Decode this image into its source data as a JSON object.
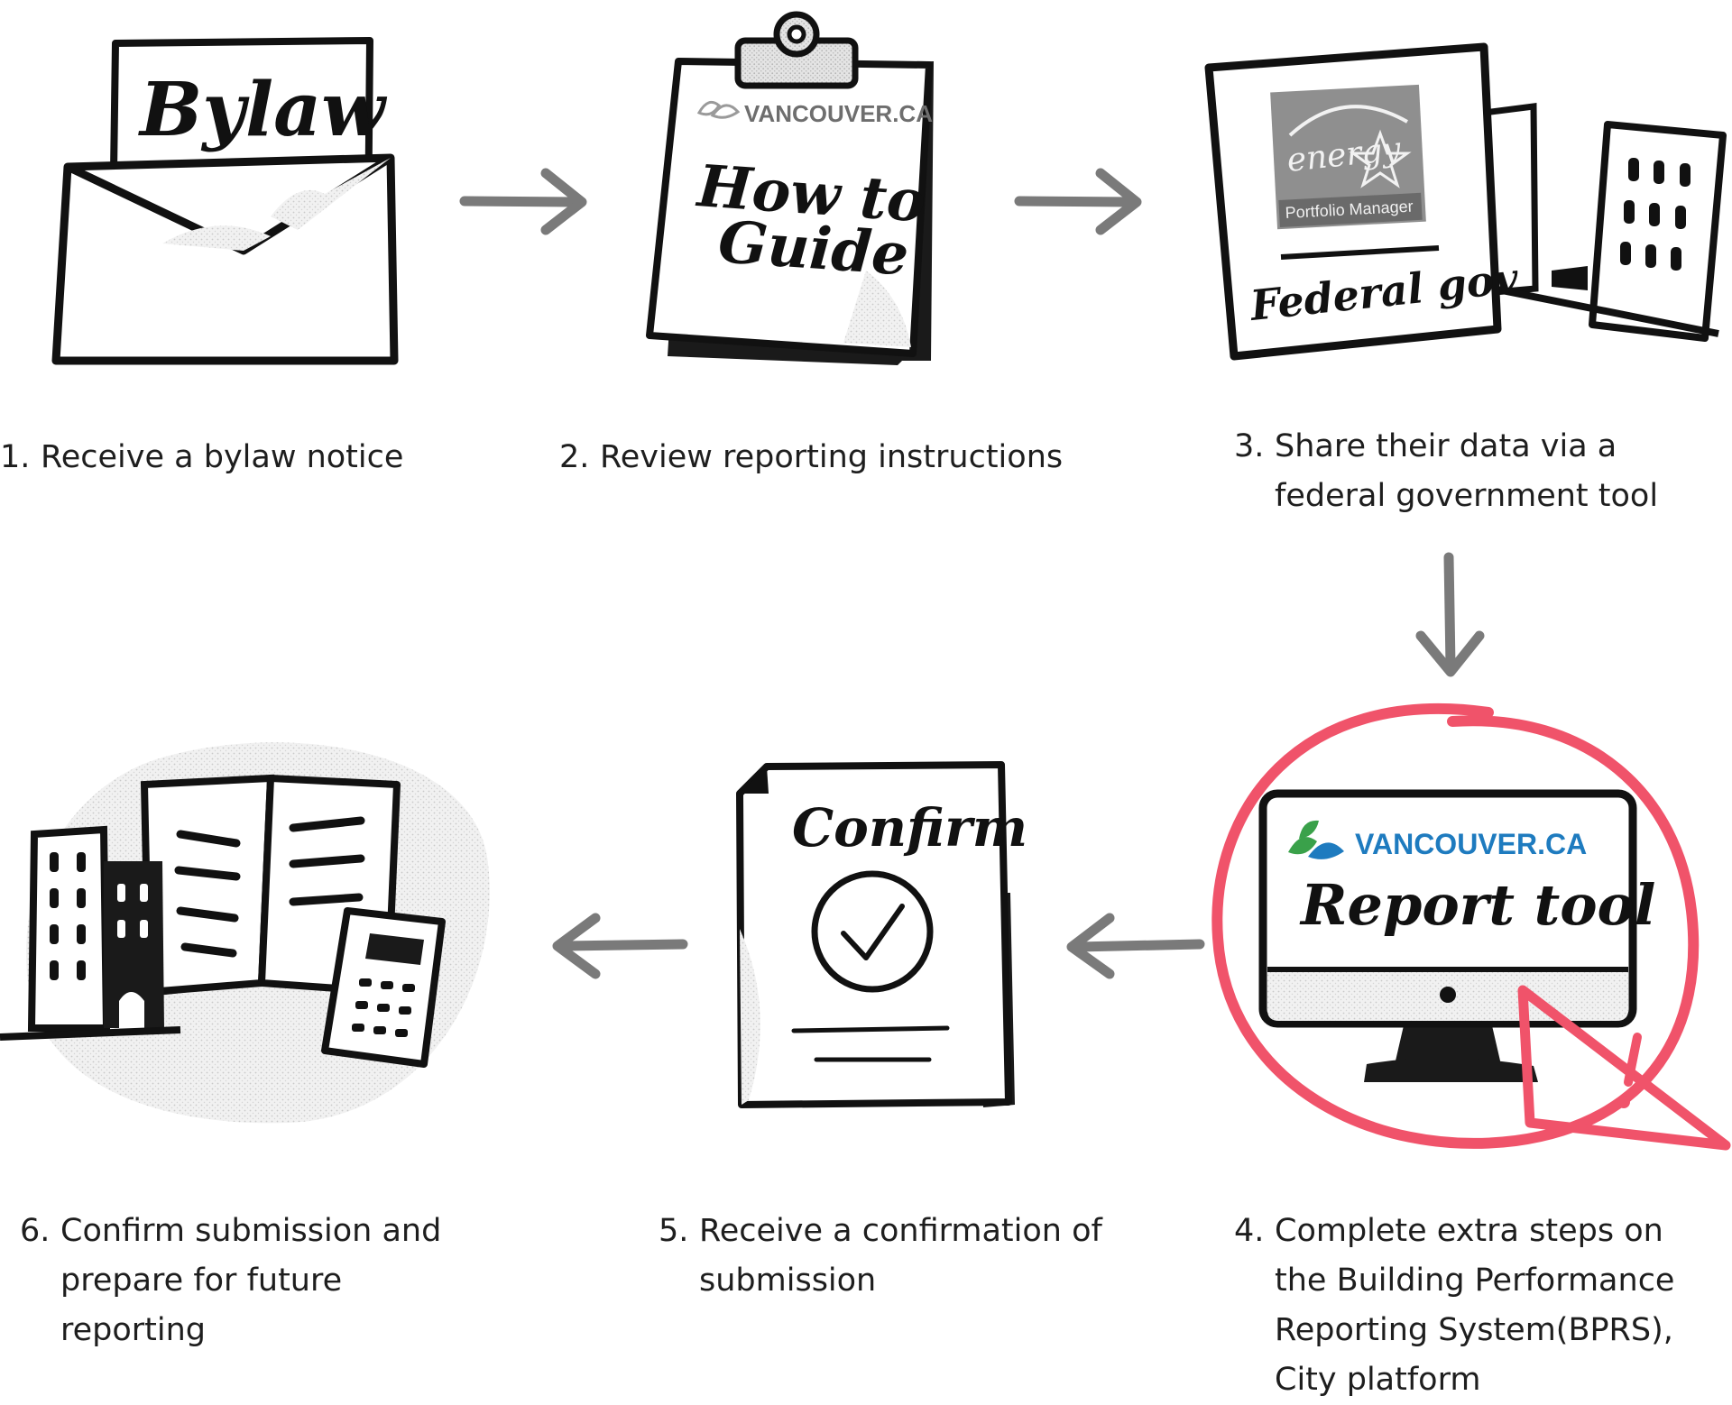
{
  "diagram": {
    "colors": {
      "ink": "#111111",
      "arrow": "#7a7a7a",
      "highlight": "#f0536a",
      "shade": "#e6e6e6",
      "vancouver_blue": "#1e7bbf",
      "vancouver_green": "#3aa14a"
    },
    "steps": [
      {
        "number": "1.",
        "lines": [
          "Receive a bylaw notice"
        ],
        "icon": "envelope-icon",
        "illustration_text": [
          "Bylaw"
        ]
      },
      {
        "number": "2.",
        "lines": [
          "Review reporting instructions"
        ],
        "icon": "clipboard-icon",
        "illustration_text": [
          "VANCOUVER.CA",
          "How to",
          "Guide"
        ]
      },
      {
        "number": "3.",
        "lines": [
          "Share their data via a",
          "federal government tool"
        ],
        "icon": "document-buildings-icon",
        "illustration_text": [
          "energy",
          "Portfolio Manager",
          "Federal gov"
        ]
      },
      {
        "number": "4.",
        "lines": [
          "Complete extra steps on",
          "the Building Performance",
          "Reporting System(BPRS),",
          "City platform"
        ],
        "icon": "computer-monitor-icon",
        "illustration_text": [
          "VANCOUVER.CA",
          "Report tool"
        ]
      },
      {
        "number": "5.",
        "lines": [
          "Receive a confirmation of",
          "submission"
        ],
        "icon": "confirmation-document-icon",
        "illustration_text": [
          "Confirm"
        ]
      },
      {
        "number": "6.",
        "lines": [
          "Confirm submission and",
          "prepare for future",
          "reporting"
        ],
        "icon": "buildings-calculator-icon",
        "illustration_text": []
      }
    ],
    "connectors": [
      {
        "from": 1,
        "to": 2,
        "icon": "arrow-right-icon"
      },
      {
        "from": 2,
        "to": 3,
        "icon": "arrow-right-icon"
      },
      {
        "from": 3,
        "to": 4,
        "icon": "arrow-down-icon"
      },
      {
        "from": 4,
        "to": 5,
        "icon": "arrow-left-icon"
      },
      {
        "from": 5,
        "to": 6,
        "icon": "arrow-left-icon"
      }
    ],
    "highlight": {
      "step": 4,
      "icon": "warning-triangle-icon",
      "mark": "!"
    }
  }
}
